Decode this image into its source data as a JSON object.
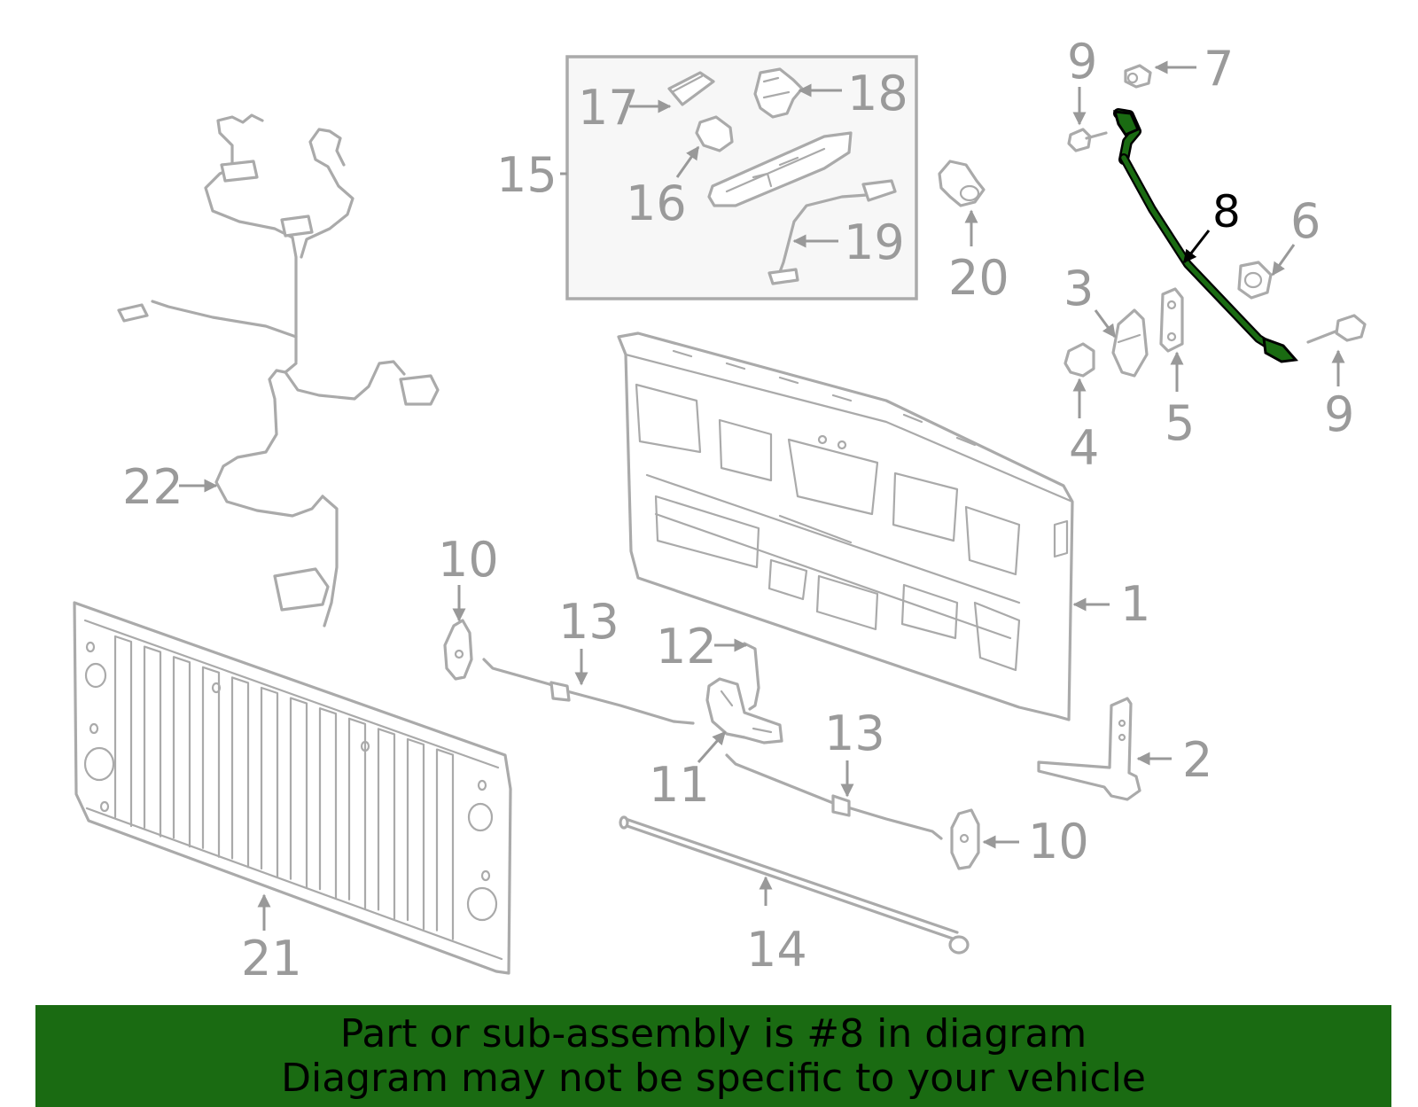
{
  "diagram": {
    "highlight_color": "#1a6b12",
    "callouts": {
      "n1": "1",
      "n2": "2",
      "n3": "3",
      "n4": "4",
      "n5": "5",
      "n6": "6",
      "n7": "7",
      "n8": "8",
      "n9a": "9",
      "n9b": "9",
      "n10a": "10",
      "n10b": "10",
      "n11": "11",
      "n12": "12",
      "n13a": "13",
      "n13b": "13",
      "n14": "14",
      "n15": "15",
      "n16": "16",
      "n17": "17",
      "n18": "18",
      "n19": "19",
      "n20": "20",
      "n21": "21",
      "n22": "22"
    }
  },
  "banner": {
    "line1": "Part or sub-assembly is #8 in diagram",
    "line2": "Diagram may not be specific to your vehicle",
    "background": "#1a6b12"
  }
}
